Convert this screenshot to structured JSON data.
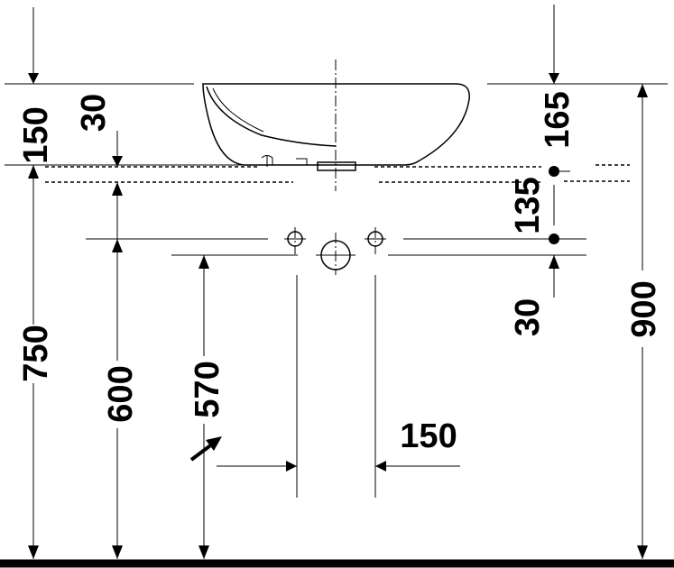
{
  "dimensions": {
    "d150_left": "150",
    "d30_left": "30",
    "d165": "165",
    "d135": "135",
    "d30_right": "30",
    "d900": "900",
    "d750": "750",
    "d600": "600",
    "d570": "570",
    "d150_bottom": "150"
  },
  "colors": {
    "line": "#000000",
    "background": "#ffffff"
  },
  "icons": {
    "pointer": "diagonal-arrow-icon"
  }
}
